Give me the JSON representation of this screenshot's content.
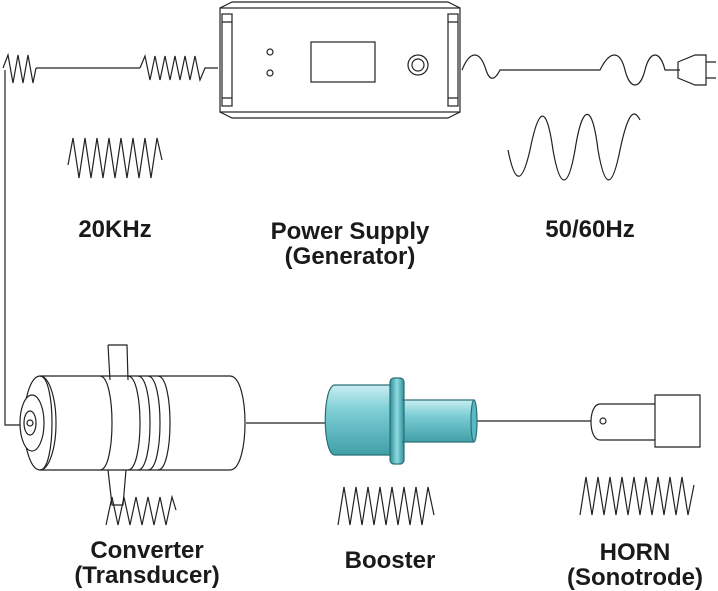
{
  "labels": {
    "freq_20khz": "20KHz",
    "power_supply_line1": "Power Supply",
    "power_supply_line2": "(Generator)",
    "freq_mains": "50/60Hz",
    "converter_line1": "Converter",
    "converter_line2": "(Transducer)",
    "booster": "Booster",
    "horn_line1": "HORN",
    "horn_line2": "(Sonotrode)"
  },
  "colors": {
    "line": "#222222",
    "booster_fill": "#7fcfd6",
    "booster_dark": "#3f9fa8",
    "text": "#1a1a1a"
  },
  "icons": [
    "power-plug-icon",
    "power-knob-icon",
    "display-screen-icon"
  ]
}
